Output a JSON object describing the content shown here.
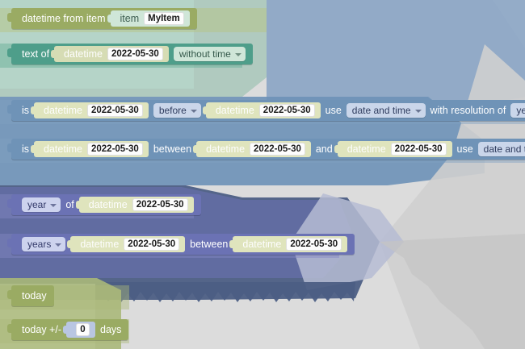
{
  "app": {
    "name": "blockly-block-palette",
    "background_color": "#dcdcdc"
  },
  "palette": {
    "blocks": [
      {
        "id": "datetime-from-item",
        "category": "green",
        "label": "datetime from item",
        "inputs": [
          {
            "type": "value-block",
            "style": "mint",
            "label": "item",
            "field": "MyItem"
          }
        ]
      },
      {
        "id": "text-of-datetime",
        "category": "teal",
        "label": "text of",
        "inputs": [
          {
            "type": "value-block",
            "style": "cream",
            "label": "datetime",
            "field": "2022-05-30"
          },
          {
            "type": "dropdown",
            "style": "mint",
            "value": "without time"
          }
        ]
      },
      {
        "id": "is-datetime-before-datetime",
        "category": "blue",
        "label": "is",
        "inputs": [
          {
            "type": "value-block",
            "style": "pale",
            "label": "datetime",
            "field": "2022-05-30"
          },
          {
            "type": "dropdown",
            "style": "sky",
            "value": "before"
          },
          {
            "type": "value-block",
            "style": "pale",
            "label": "datetime",
            "field": "2022-05-30"
          },
          {
            "type": "text",
            "value": "use"
          },
          {
            "type": "dropdown",
            "style": "sky",
            "value": "date and time"
          },
          {
            "type": "text",
            "value": "with resolution of"
          },
          {
            "type": "dropdown",
            "style": "sky",
            "value": "years"
          }
        ]
      },
      {
        "id": "is-datetime-between",
        "category": "blue",
        "label": "is",
        "inputs": [
          {
            "type": "value-block",
            "style": "pale",
            "label": "datetime",
            "field": "2022-05-30"
          },
          {
            "type": "text",
            "value": "between"
          },
          {
            "type": "value-block",
            "style": "pale",
            "label": "datetime",
            "field": "2022-05-30"
          },
          {
            "type": "text",
            "value": "and"
          },
          {
            "type": "value-block",
            "style": "pale",
            "label": "datetime",
            "field": "2022-05-30"
          },
          {
            "type": "text",
            "value": "use"
          },
          {
            "type": "dropdown",
            "style": "sky",
            "value": "date and time"
          }
        ]
      },
      {
        "id": "year-of-datetime",
        "category": "indigo",
        "label": "",
        "inputs": [
          {
            "type": "dropdown",
            "style": "lav",
            "value": "year"
          },
          {
            "type": "text",
            "value": "of"
          },
          {
            "type": "value-block",
            "style": "pale",
            "label": "datetime",
            "field": "2022-05-30"
          }
        ]
      },
      {
        "id": "years-between-datetimes",
        "category": "indigo",
        "label": "",
        "inputs": [
          {
            "type": "dropdown",
            "style": "lav",
            "value": "years"
          },
          {
            "type": "value-block",
            "style": "pale",
            "label": "datetime",
            "field": "2022-05-30"
          },
          {
            "type": "text",
            "value": "between"
          },
          {
            "type": "value-block",
            "style": "pale",
            "label": "datetime",
            "field": "2022-05-30"
          }
        ]
      },
      {
        "id": "today",
        "category": "olive",
        "label": "today",
        "inputs": []
      },
      {
        "id": "today-plus-minus-days",
        "category": "olive",
        "label": "today +/-",
        "inputs": [
          {
            "type": "value-block",
            "style": "sky",
            "label": "",
            "field": "0"
          },
          {
            "type": "text",
            "value": "days"
          }
        ]
      }
    ]
  }
}
